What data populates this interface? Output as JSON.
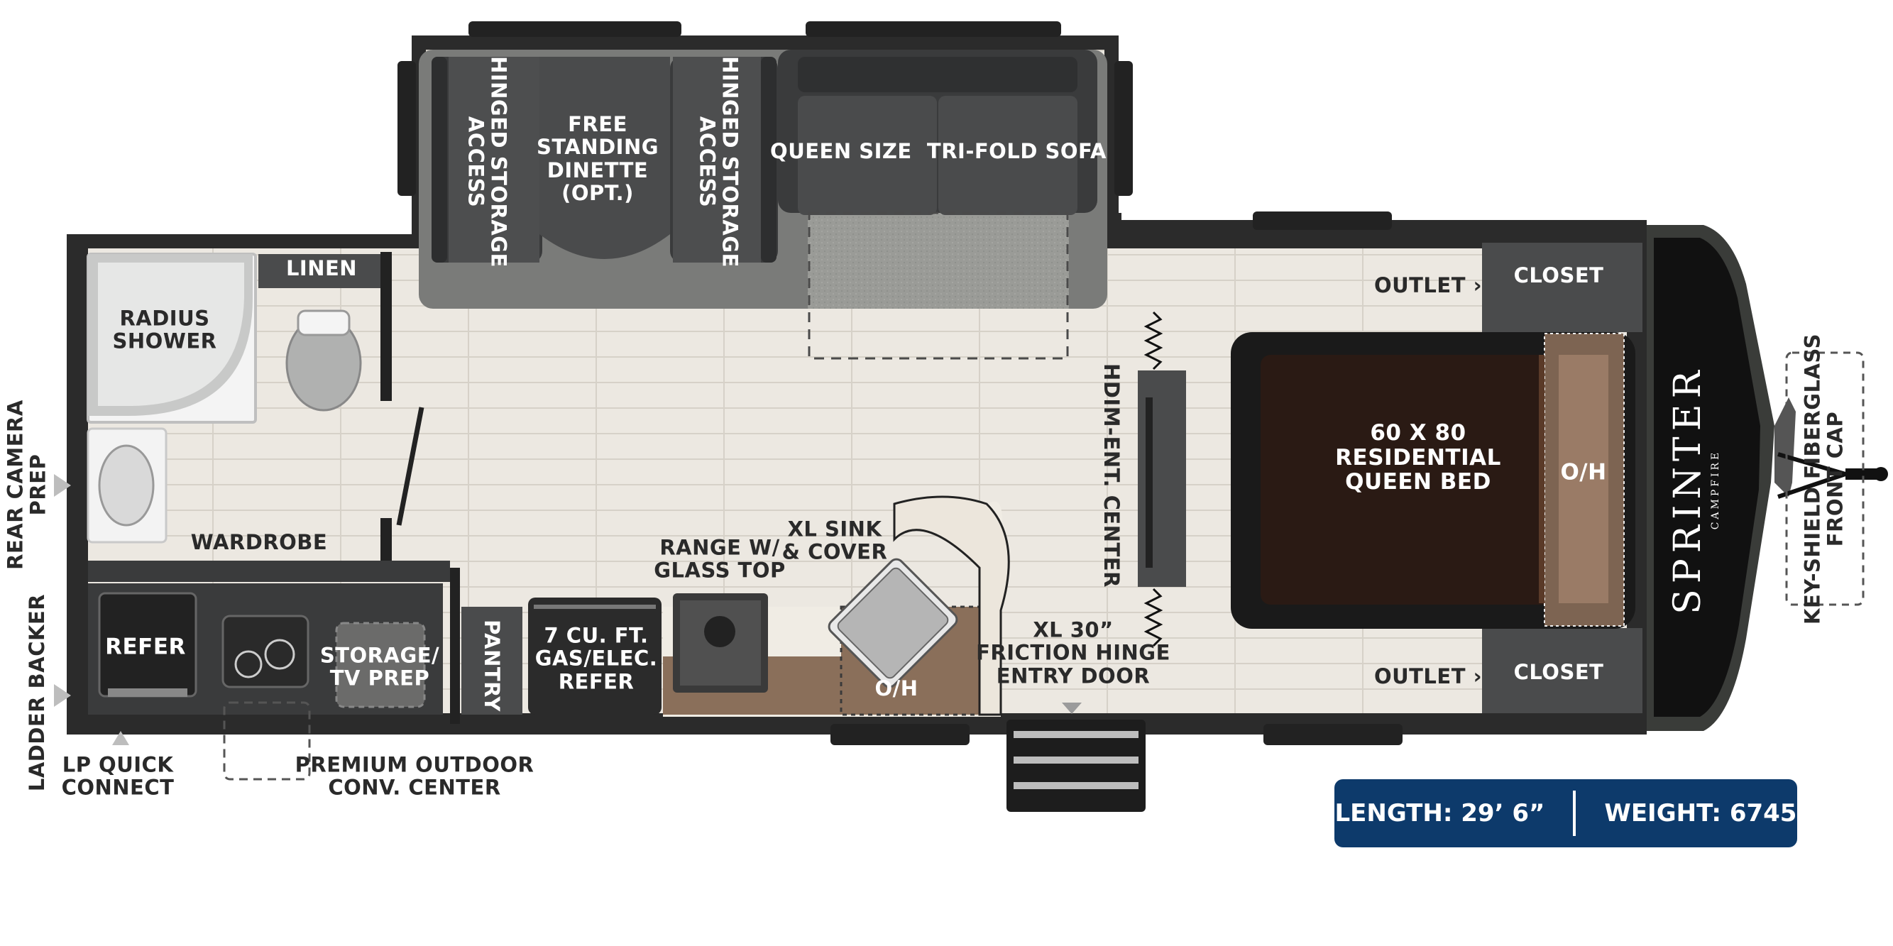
{
  "labels": {
    "linen": "LINEN",
    "radius_shower": "RADIUS\nSHOWER",
    "wardrobe": "WARDROBE",
    "rear_camera_prep": "REAR CAMERA\nPREP",
    "ladder_backer": "LADDER BACKER",
    "lp_quick_connect": "LP QUICK\nCONNECT",
    "refer": "REFER",
    "storage_tv_prep": "STORAGE/\nTV PREP",
    "premium_outdoor": "PREMIUM OUTDOOR\nCONV. CENTER",
    "pantry": "PANTRY",
    "refer_7cu": "7 CU. FT.\nGAS/ELEC.\nREFER",
    "range": "RANGE W/\nGLASS TOP",
    "xl_sink": "XL SINK\n& COVER",
    "oh_kitchen": "O/H",
    "entry_door": "XL 30”\nFRICTION HINGE\nENTRY DOOR",
    "hinged_storage_left": "HINGED STORAGE\nACCESS",
    "dinette": "FREE\nSTANDING\nDINETTE\n(OPT.)",
    "hinged_storage_right": "HINGED STORAGE\nACCESS",
    "sofa": "QUEEN SIZE  TRI-FOLD SOFA",
    "ent_center": "HDIM-ENT. CENTER",
    "outlet_top": "OUTLET ›",
    "outlet_bottom": "OUTLET ›",
    "closet_top": "CLOSET",
    "closet_bottom": "CLOSET",
    "bed": "60 X 80\nRESIDENTIAL\nQUEEN BED",
    "oh_bed": "O/H",
    "front_cap": "KEY-SHIELD FIBERGLASS\nFRONT CAP"
  },
  "badge": {
    "length": "LENGTH: 29’ 6”",
    "weight": "WEIGHT: 6745"
  },
  "logo": {
    "brand": "SPRINTER",
    "sub": "CAMPFIRE"
  },
  "colors": {
    "wall": "#2b2b2b",
    "floor": "#ebe7e0",
    "cabinet": "#4d4e4f",
    "bed": "#2a1a14",
    "counter_wood": "#8a6f5a",
    "badge": "#0d3a6b"
  }
}
